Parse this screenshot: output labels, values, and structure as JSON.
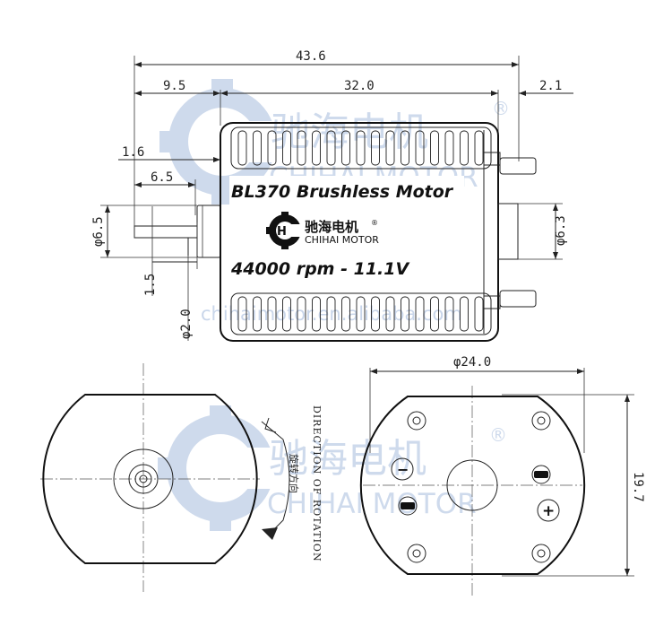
{
  "dimensions": {
    "overall_length": "43.6",
    "rear_offset": "9.5",
    "body_length": "32.0",
    "terminal_length": "2.1",
    "shaft_step": "1.6",
    "shaft_length": "6.5",
    "shaft_diameter": "φ6.5",
    "boss_width": "1.5",
    "shaft_pin_diameter": "φ2.0",
    "rear_boss_diameter": "φ6.3",
    "body_diameter": "φ24.0",
    "flat_width": "19.7"
  },
  "motor_label": {
    "title": "BL370 Brushless Motor",
    "spec": "44000 rpm - 11.1V",
    "logo_cn": "驰海电机",
    "logo_en": "CHIHAI MOTOR"
  },
  "watermark": {
    "brand_cn": "驰海电机",
    "brand_en": "CHIHAI MOTOR",
    "registered": "®",
    "url": "chihaimotor.en.alibaba.com"
  },
  "rotation": {
    "english": "DIRECTION OF ROTATION",
    "chinese": "旋转方向"
  },
  "terminals": {
    "negative": "−",
    "positive": "+"
  }
}
